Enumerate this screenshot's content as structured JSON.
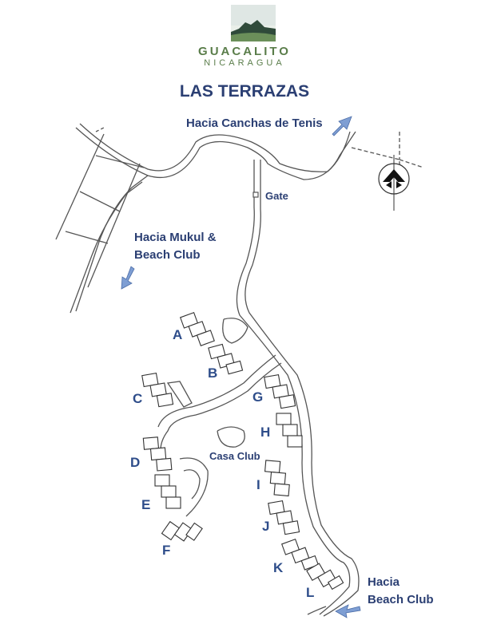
{
  "brand": {
    "name": "GUACALITO",
    "subtitle": "NICARAGUA"
  },
  "map_title": "LAS TERRAZAS",
  "directions": {
    "tennis": "Hacia Canchas de Tenis",
    "mukul_line1": "Hacia Mukul &",
    "mukul_line2": "Beach Club",
    "beach_line1": "Hacia",
    "beach_line2": "Beach Club"
  },
  "places": {
    "gate": "Gate",
    "casa_club": "Casa Club"
  },
  "buildings": [
    "A",
    "B",
    "C",
    "D",
    "E",
    "F",
    "G",
    "H",
    "I",
    "J",
    "K",
    "L"
  ],
  "colors": {
    "label": "#2b3f73",
    "arrow": "#7e9ed3",
    "road": "#555555",
    "logo_green": "#5a7d4a"
  },
  "icons": {
    "compass": "north-arrow-icon",
    "arrow": "direction-arrow-icon"
  }
}
